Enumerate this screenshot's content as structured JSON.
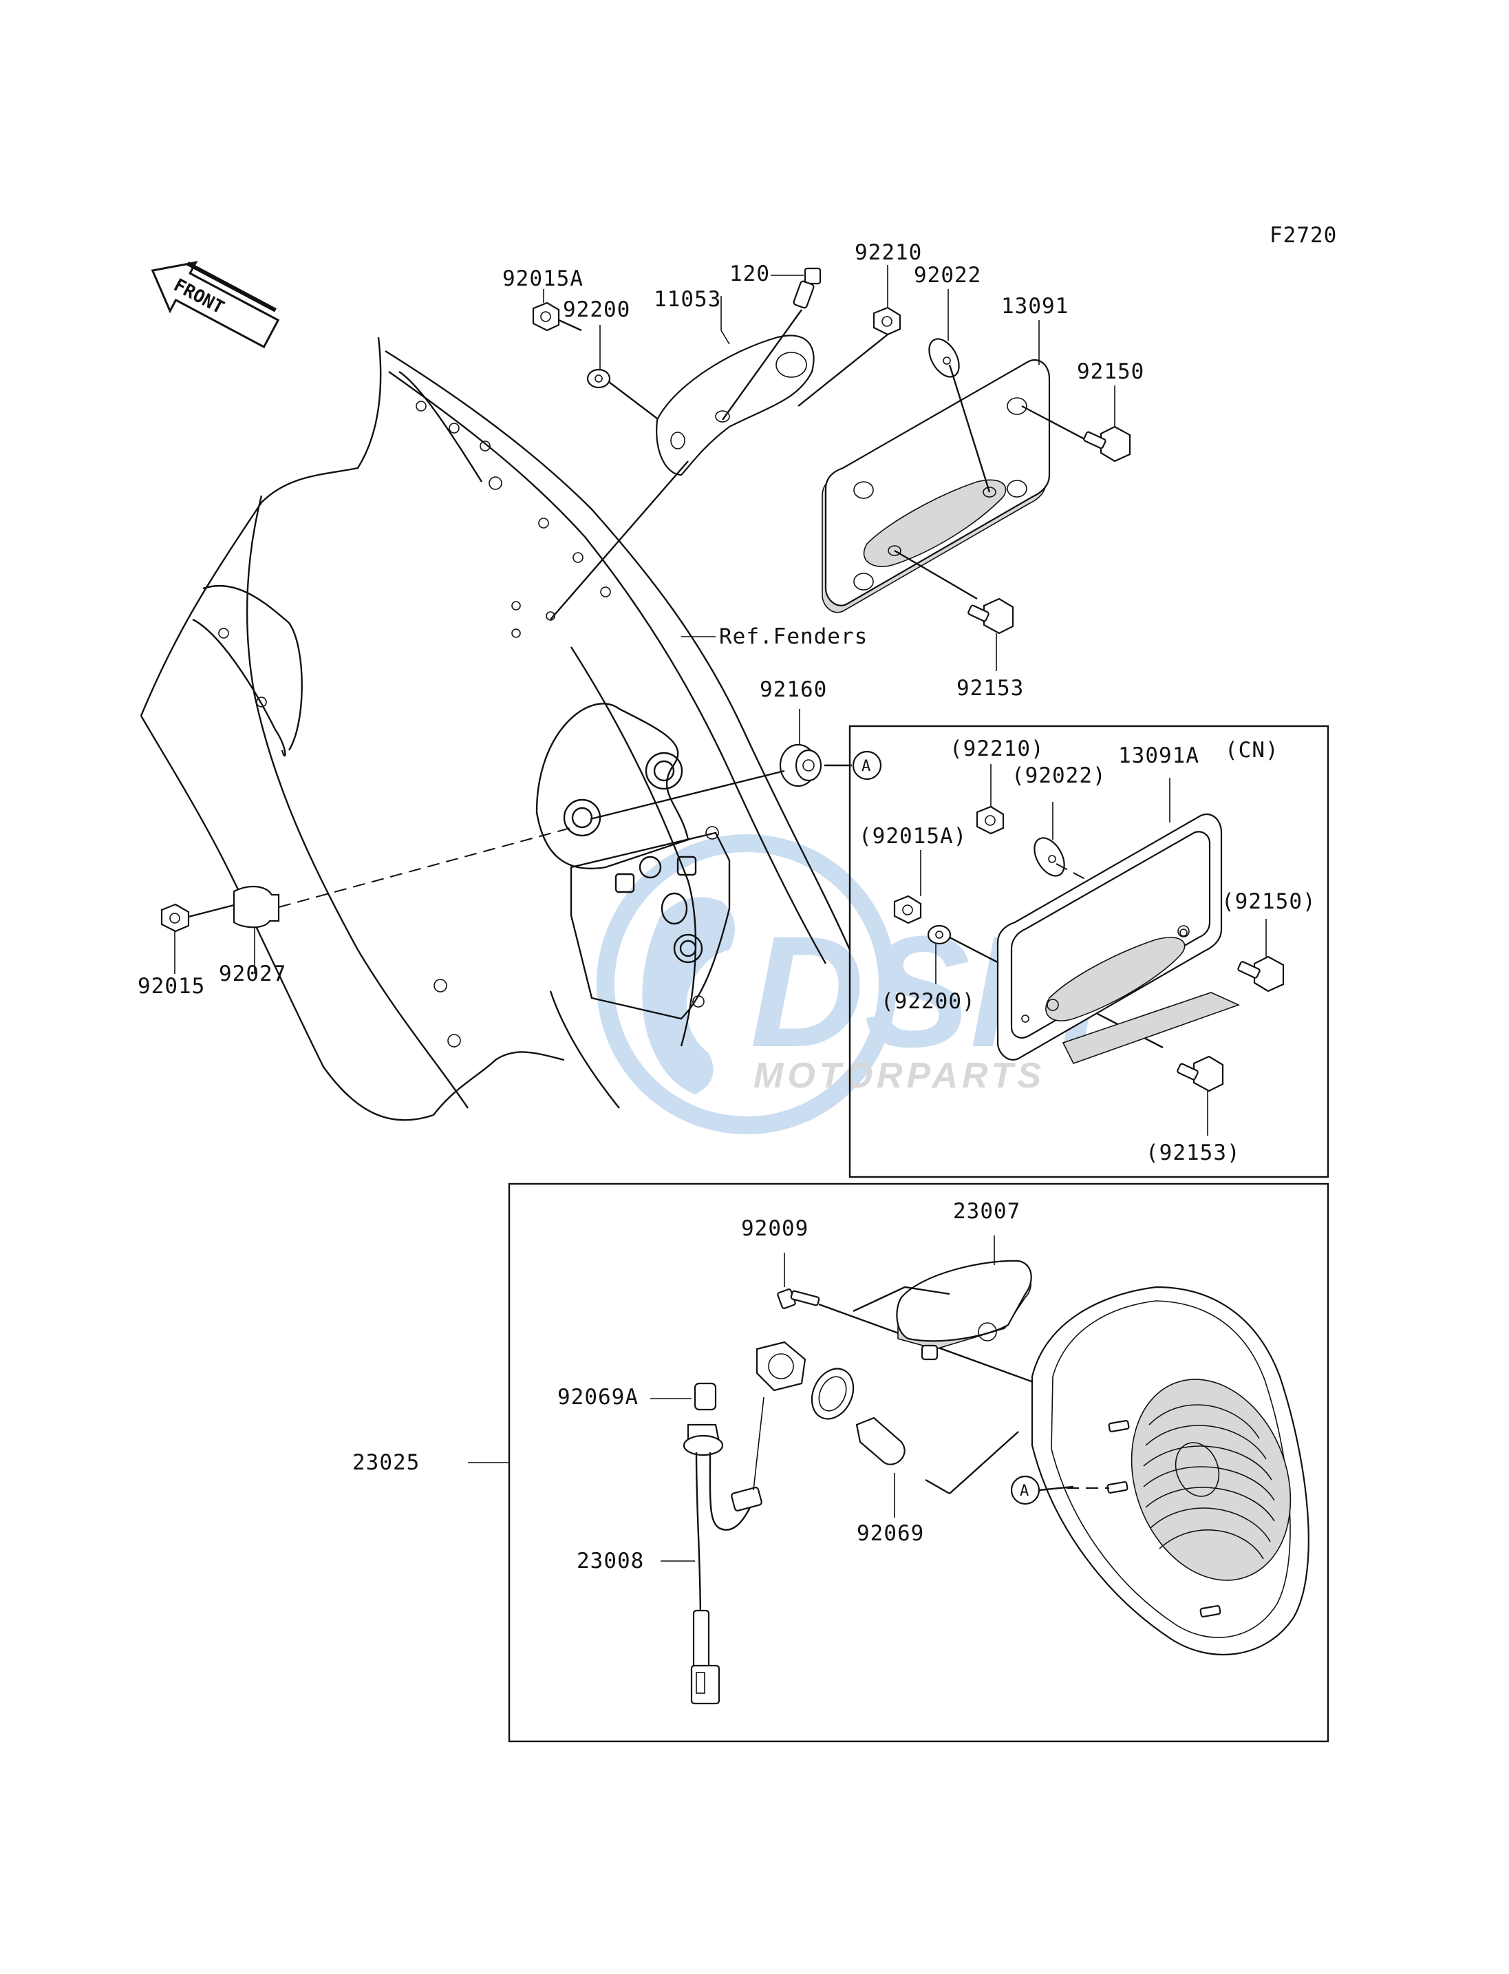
{
  "figure_code": "F2720",
  "front_arrow": {
    "text": "FRONT"
  },
  "reference_label": "Ref.Fenders",
  "callout": "A",
  "variant_label": "(CN)",
  "watermark": {
    "brand": "DSM",
    "sub": "MOTORPARTS",
    "color": "#9fc3e6"
  },
  "parts": {
    "p120": "120",
    "p92210": "92210",
    "p92022": "92022",
    "p13091": "13091",
    "p92015A": "92015A",
    "p92200": "92200",
    "p11053": "11053",
    "p92150": "92150",
    "p92153": "92153",
    "p92160": "92160",
    "p92015": "92015",
    "p92027": "92027",
    "cn_92210": "(92210)",
    "cn_92022": "(92022)",
    "cn_13091A": "13091A",
    "cn_92015A": "(92015A)",
    "cn_92150": "(92150)",
    "cn_92200": "(92200)",
    "cn_92153": "(92153)",
    "p92009": "92009",
    "p23007": "23007",
    "p92069A": "92069A",
    "p23025": "23025",
    "p92069": "92069",
    "p23008": "23008"
  }
}
